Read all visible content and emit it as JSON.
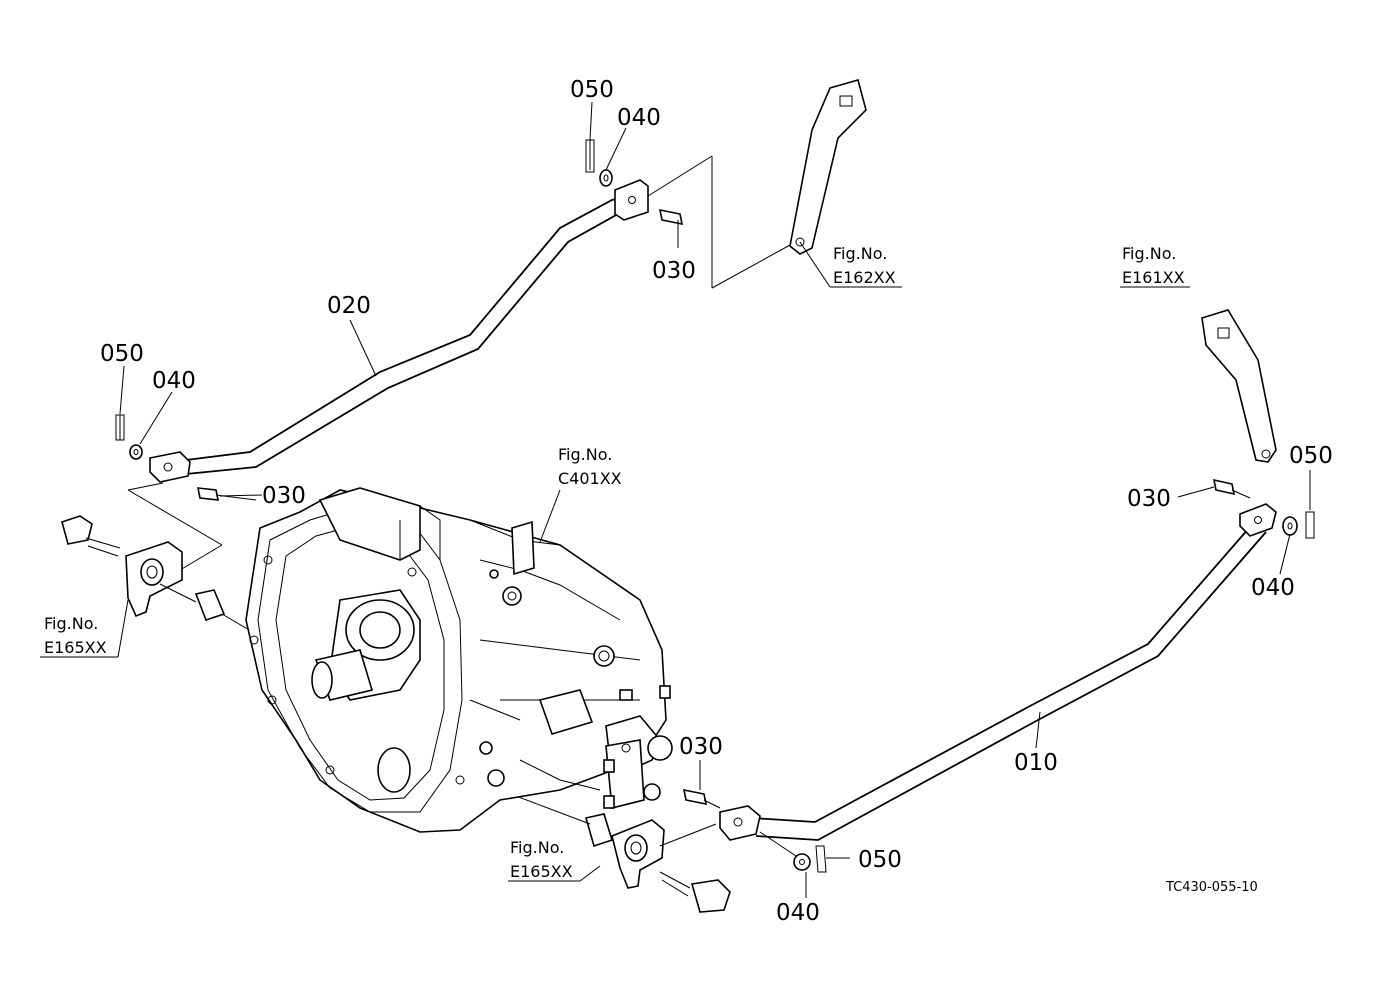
{
  "parts": {
    "rod_010": "010",
    "rod_020": "020",
    "pin_030": "030",
    "washer_040": "040",
    "cotter_050": "050"
  },
  "figure_refs": {
    "label": "Fig.No.",
    "e162": "E162XX",
    "e161": "E161XX",
    "c401": "C401XX",
    "e165": "E165XX"
  },
  "drawing_code": "TC430-055-10"
}
